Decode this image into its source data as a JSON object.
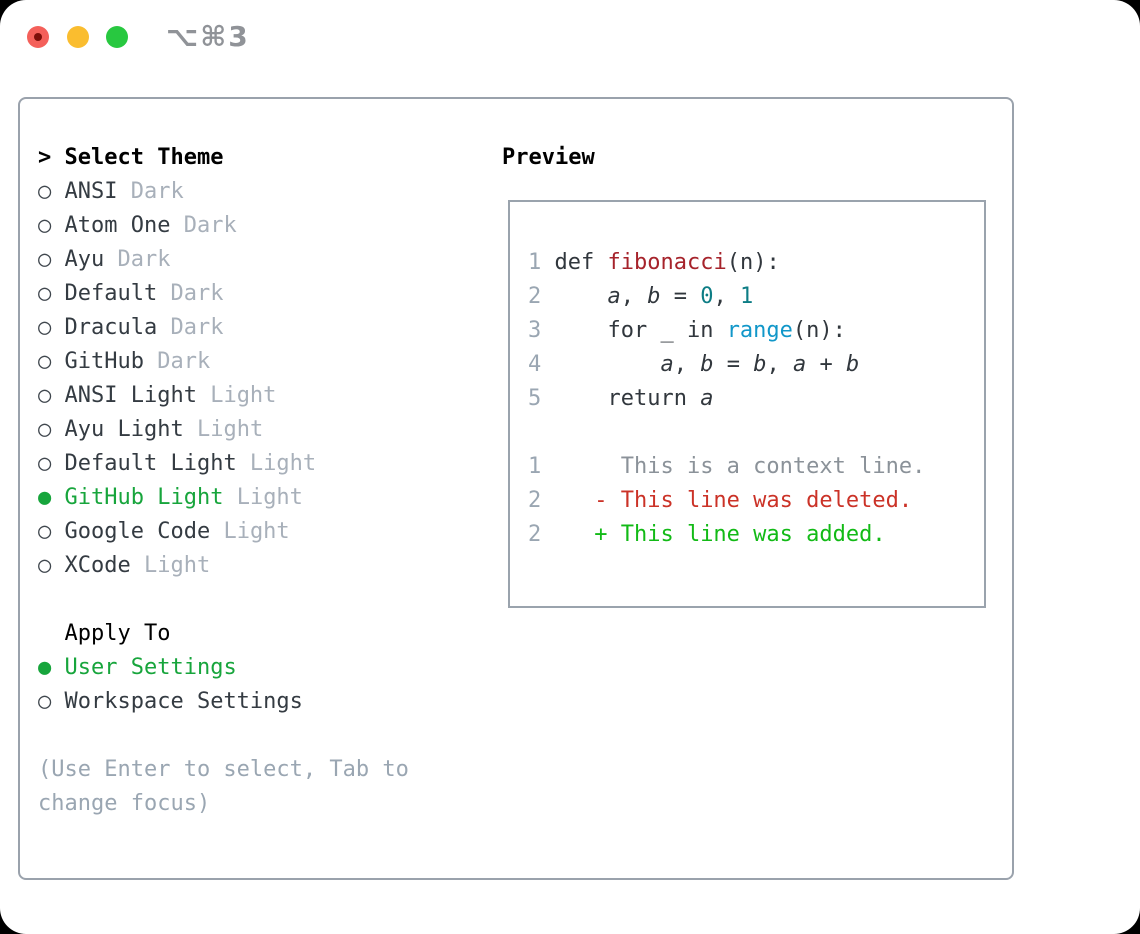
{
  "window": {
    "title": "⌥⌘3"
  },
  "colors": {
    "selected_green": "#17a53c",
    "added_green": "#12ba16",
    "deleted_red": "#cb3227",
    "function_red": "#a6232b",
    "number_teal": "#0d7d85",
    "builtin_cyan": "#1197c9",
    "line_number_gray": "#9aa6b2",
    "variant_gray": "#a8b0ba",
    "context_gray": "#8b9299",
    "panel_border_gray": "#9aa2ac",
    "traffic_red": "#f4605a",
    "traffic_yellow": "#fabd2f",
    "traffic_green": "#28c840"
  },
  "markers": {
    "header_prefix": "> ",
    "selected": "● ",
    "unselected": "○ ",
    "indent": "  "
  },
  "theme_panel": {
    "header": "Select Theme",
    "themes": [
      {
        "name": "ANSI",
        "variant": "Dark",
        "selected": false
      },
      {
        "name": "Atom One",
        "variant": "Dark",
        "selected": false
      },
      {
        "name": "Ayu",
        "variant": "Dark",
        "selected": false
      },
      {
        "name": "Default",
        "variant": "Dark",
        "selected": false
      },
      {
        "name": "Dracula",
        "variant": "Dark",
        "selected": false
      },
      {
        "name": "GitHub",
        "variant": "Dark",
        "selected": false
      },
      {
        "name": "ANSI Light",
        "variant": "Light",
        "selected": false
      },
      {
        "name": "Ayu Light",
        "variant": "Light",
        "selected": false
      },
      {
        "name": "Default Light",
        "variant": "Light",
        "selected": false
      },
      {
        "name": "GitHub Light",
        "variant": "Light",
        "selected": true
      },
      {
        "name": "Google Code",
        "variant": "Light",
        "selected": false
      },
      {
        "name": "XCode",
        "variant": "Light",
        "selected": false
      }
    ],
    "apply_to": {
      "label": "Apply To",
      "options": [
        {
          "name": "User Settings",
          "selected": true
        },
        {
          "name": "Workspace Settings",
          "selected": false
        }
      ]
    },
    "hint": "(Use Enter to select, Tab to change focus)"
  },
  "preview": {
    "label": "Preview",
    "lines": [
      {
        "num": "1",
        "segments": [
          {
            "text": " def ",
            "type": "plain"
          },
          {
            "text": "fibonacci",
            "type": "function"
          },
          {
            "text": "(n):",
            "type": "plain"
          }
        ]
      },
      {
        "num": "2",
        "segments": [
          {
            "text": "     ",
            "type": "plain"
          },
          {
            "text": "a",
            "type": "variable"
          },
          {
            "text": ", ",
            "type": "plain"
          },
          {
            "text": "b",
            "type": "variable"
          },
          {
            "text": " = ",
            "type": "plain"
          },
          {
            "text": "0",
            "type": "number"
          },
          {
            "text": ", ",
            "type": "plain"
          },
          {
            "text": "1",
            "type": "number"
          }
        ]
      },
      {
        "num": "3",
        "segments": [
          {
            "text": "     for _ in ",
            "type": "plain"
          },
          {
            "text": "range",
            "type": "builtin"
          },
          {
            "text": "(n):",
            "type": "plain"
          }
        ]
      },
      {
        "num": "4",
        "segments": [
          {
            "text": "         ",
            "type": "plain"
          },
          {
            "text": "a",
            "type": "variable"
          },
          {
            "text": ", ",
            "type": "plain"
          },
          {
            "text": "b",
            "type": "variable"
          },
          {
            "text": " = ",
            "type": "plain"
          },
          {
            "text": "b",
            "type": "variable"
          },
          {
            "text": ", ",
            "type": "plain"
          },
          {
            "text": "a",
            "type": "variable"
          },
          {
            "text": " + ",
            "type": "plain"
          },
          {
            "text": "b",
            "type": "variable"
          }
        ]
      },
      {
        "num": "5",
        "segments": [
          {
            "text": "     return ",
            "type": "plain"
          },
          {
            "text": "a",
            "type": "variable"
          }
        ]
      },
      {
        "num": "",
        "segments": []
      },
      {
        "num": "1",
        "segments": [
          {
            "text": "      This is a context line.",
            "type": "context"
          }
        ]
      },
      {
        "num": "2",
        "segments": [
          {
            "text": "    - This line was deleted.",
            "type": "deleted"
          }
        ]
      },
      {
        "num": "2",
        "segments": [
          {
            "text": "    + This line was added.",
            "type": "added"
          }
        ]
      }
    ]
  }
}
